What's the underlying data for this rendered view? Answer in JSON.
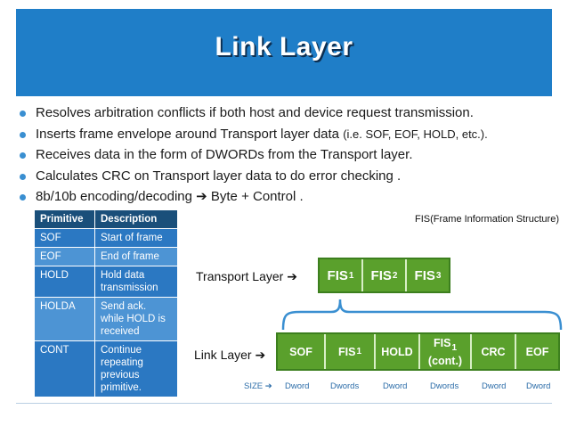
{
  "slide": {
    "title": "Link Layer"
  },
  "bullets": [
    {
      "text": "Resolves arbitration conflicts if both host and device request transmission.",
      "small": ""
    },
    {
      "text": "Inserts frame envelope around Transport layer data ",
      "small": "(i.e. SOF, EOF, HOLD, etc.)."
    },
    {
      "text": "Receives data in the form of DWORDs from the Transport layer.",
      "small": ""
    },
    {
      "text": "Calculates CRC on Transport layer data to do error checking .",
      "small": ""
    },
    {
      "text": "8b/10b encoding/decoding ➔ Byte + Control .",
      "small": ""
    }
  ],
  "table": {
    "headers": [
      "Primitive",
      "Description"
    ],
    "rows": [
      [
        "SOF",
        "Start of frame"
      ],
      [
        "EOF",
        "End of frame"
      ],
      [
        "HOLD",
        "Hold data transmission"
      ],
      [
        "HOLDA",
        "Send ack. while HOLD is received"
      ],
      [
        "CONT",
        "Continue repeating previous primitive."
      ]
    ]
  },
  "diagram": {
    "fis_note": "FIS(Frame Information Structure)",
    "transport_label": "Transport Layer",
    "link_label": "Link Layer",
    "arrow": "➔",
    "transport_cells": [
      {
        "base": "FIS",
        "sub": "1"
      },
      {
        "base": "FIS",
        "sub": "2"
      },
      {
        "base": "FIS",
        "sub": "3"
      }
    ],
    "link_cells": [
      {
        "base": "SOF",
        "sub": "",
        "extra": ""
      },
      {
        "base": "FIS",
        "sub": "1",
        "extra": ""
      },
      {
        "base": "HOLD",
        "sub": "",
        "extra": ""
      },
      {
        "base": "FIS",
        "sub": "1",
        "extra": "(cont.)"
      },
      {
        "base": "CRC",
        "sub": "",
        "extra": ""
      },
      {
        "base": "EOF",
        "sub": "",
        "extra": ""
      }
    ],
    "size_label": "SIZE ➔",
    "sizes": [
      "Dword",
      "Dwords",
      "Dword",
      "Dwords",
      "Dword",
      "Dword"
    ]
  },
  "colors": {
    "banner": "#1f7ec8",
    "frame_green": "#5aa02c",
    "table_header": "#1a4f7a",
    "table_row": "#2b78c2"
  }
}
